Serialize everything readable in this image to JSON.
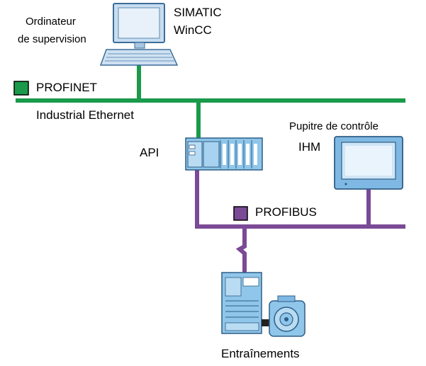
{
  "colors": {
    "profinet": "#1a9a4a",
    "profibus": "#7b4a96",
    "device_blue": "#8fc6ea",
    "device_dark": "#3a6e9a"
  },
  "labels": {
    "pc_line1": "Ordinateur",
    "pc_line2": "de supervision",
    "simatic": "SIMATIC",
    "wincc": "WinCC",
    "profinet": "PROFINET",
    "industrial_ethernet": "Industrial Ethernet",
    "api": "API",
    "panel_title": "Pupitre de contrôle",
    "ihm": "IHM",
    "profibus": "PROFIBUS",
    "drives": "Entraînements"
  },
  "icons": {
    "computer": "computer-icon",
    "plc": "plc-icon",
    "hmi": "hmi-panel-icon",
    "drive": "drive-icon",
    "motor": "motor-icon"
  }
}
